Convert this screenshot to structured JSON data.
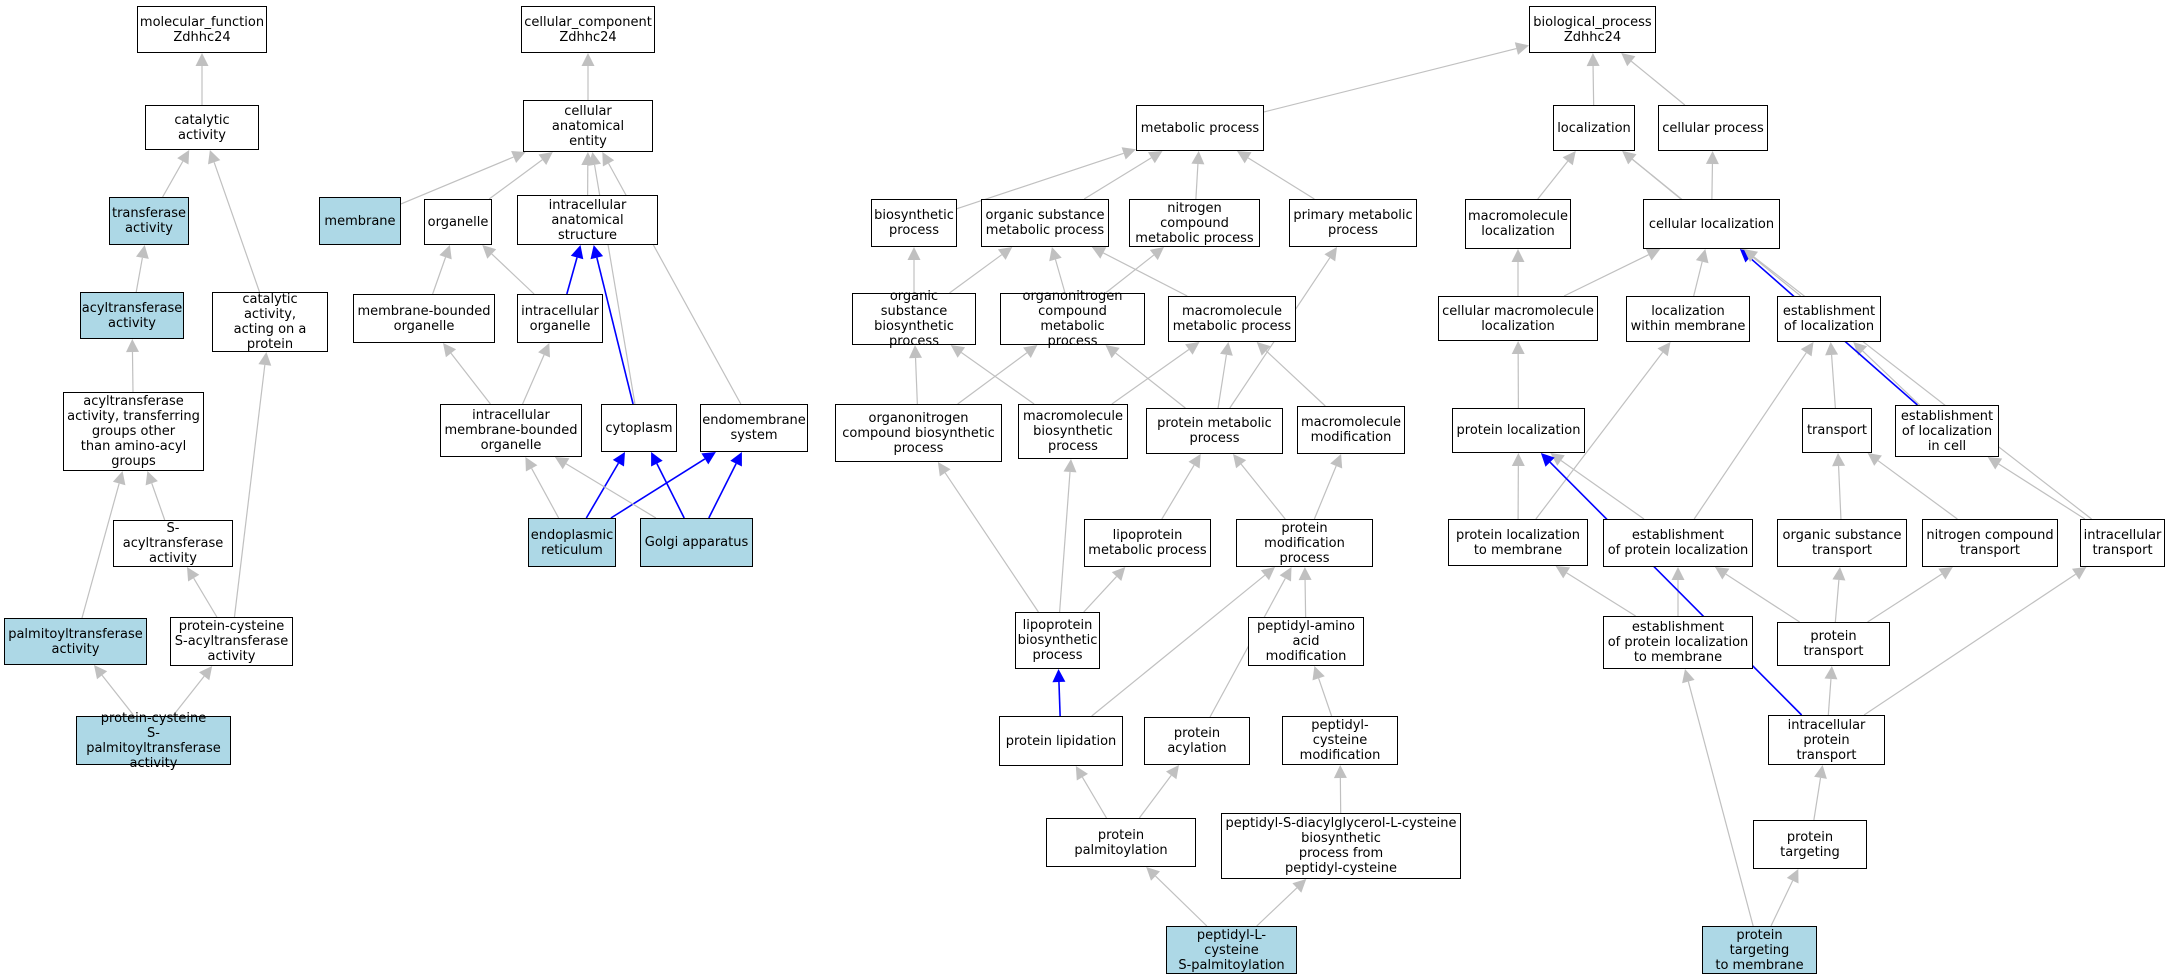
{
  "colors": {
    "highlight": "#add8e6",
    "edge": "#c0c0c0",
    "edge_emph": "#0000ff",
    "border": "#000000"
  },
  "nodes": {
    "mf": "molecular_function\nZdhhc24",
    "catalytic": "catalytic activity",
    "transferase": "transferase\nactivity",
    "acyltransferase": "acyltransferase\nactivity",
    "catalytic_protein": "catalytic activity,\nacting on a\nprotein",
    "acyl_non_amino": "acyltransferase\nactivity, transferring\ngroups other\nthan amino-acyl\ngroups",
    "s_acyl": "S-acyltransferase\nactivity",
    "palmitoyl": "palmitoyltransferase\nactivity",
    "pc_s_acyl": "protein-cysteine\nS-acyltransferase\nactivity",
    "pc_s_palm": "protein-cysteine\nS-palmitoyltransferase\nactivity",
    "cc": "cellular_component\nZdhhc24",
    "cae": "cellular anatomical\nentity",
    "membrane": "membrane",
    "organelle": "organelle",
    "ias": "intracellular\nanatomical structure",
    "mbo": "membrane-bounded\norganelle",
    "io": "intracellular\norganelle",
    "imbo": "intracellular\nmembrane-bounded\norganelle",
    "cytoplasm": "cytoplasm",
    "endomembrane": "endomembrane\nsystem",
    "er": "endoplasmic\nreticulum",
    "golgi": "Golgi apparatus",
    "bp": "biological_process\nZdhhc24",
    "metabolic": "metabolic process",
    "localization": "localization",
    "cellular_process": "cellular process",
    "biosynthetic": "biosynthetic\nprocess",
    "osmp": "organic substance\nmetabolic process",
    "ncmp": "nitrogen compound\nmetabolic process",
    "pmp": "primary metabolic\nprocess",
    "mloc": "macromolecule\nlocalization",
    "cloc": "cellular localization",
    "osbp": "organic substance\nbiosynthetic\nprocess",
    "ocmp": "organonitrogen\ncompound metabolic\nprocess",
    "mmp": "macromolecule\nmetabolic process",
    "cmloc": "cellular macromolecule\nlocalization",
    "lwm": "localization\nwithin membrane",
    "eol": "establishment\nof localization",
    "ocbp": "organonitrogen\ncompound biosynthetic\nprocess",
    "mbp": "macromolecule\nbiosynthetic\nprocess",
    "protmp": "protein metabolic\nprocess",
    "mmod": "macromolecule\nmodification",
    "ploc": "protein localization",
    "transport": "transport",
    "eolc": "establishment\nof localization\nin cell",
    "lmp": "lipoprotein\nmetabolic process",
    "pmodp": "protein modification\nprocess",
    "pltm": "protein localization\nto membrane",
    "eopl": "establishment\nof protein localization",
    "ost": "organic substance\ntransport",
    "nct": "nitrogen compound\ntransport",
    "it": "intracellular\ntransport",
    "lbp": "lipoprotein\nbiosynthetic\nprocess",
    "pam": "peptidyl-amino\nacid modification",
    "eopltm": "establishment\nof protein localization\nto membrane",
    "pt": "protein transport",
    "plip": "protein lipidation",
    "pacyl": "protein acylation",
    "pcm": "peptidyl-cysteine\nmodification",
    "ipt": "intracellular\nprotein transport",
    "ppalm": "protein palmitoylation",
    "psdg": "peptidyl-S-diacylglycerol-L-cysteine\nbiosynthetic\nprocess from\npeptidyl-cysteine",
    "ptarg": "protein targeting",
    "plcsp": "peptidyl-L-cysteine\nS-palmitoylation",
    "pttm": "protein targeting\nto membrane"
  }
}
